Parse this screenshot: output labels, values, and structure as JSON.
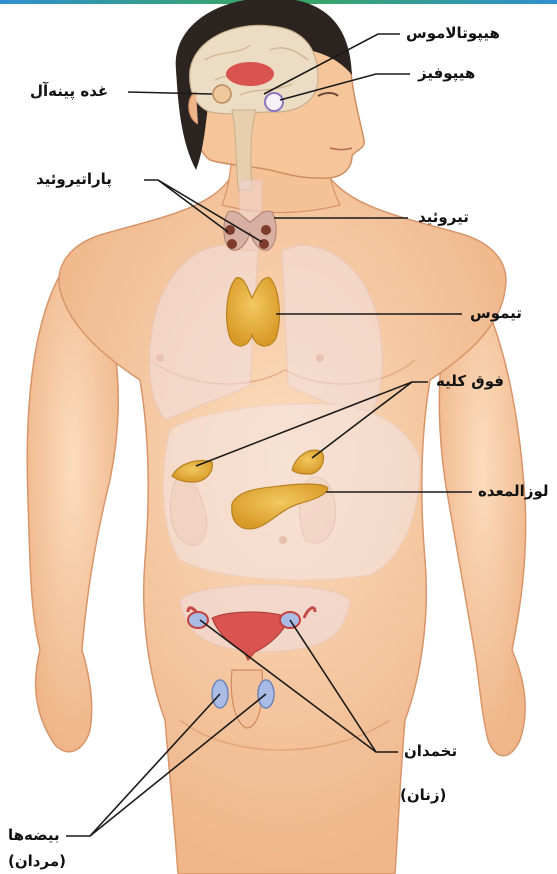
{
  "labels": {
    "hypothalamus": "هیپوتالاموس",
    "pituitary": "هیپوفیز",
    "pineal": "غده پینه‌آل",
    "parathyroid": "پاراتیروئید",
    "thyroid": "تیروئید",
    "thymus": "تیموس",
    "adrenal": "فوق کلیه",
    "pancreas": "لوزالمعده",
    "ovaries": "تخمدان",
    "ovaries_note": "(زنان)",
    "testes": "بیضه‌ها",
    "testes_note": "(مردان)"
  },
  "colors": {
    "skin": "#f7c9a0",
    "skin_shade": "#e9a877",
    "hair": "#2b2420",
    "brain": "#eadbc4",
    "gland": "#e5ad3a",
    "thyroid": "#d9b2a6",
    "organ_overlay": "#f3e6e6",
    "ovary": "#9eb3de",
    "uterus": "#d9544e",
    "leader": "#1a1a1a"
  }
}
